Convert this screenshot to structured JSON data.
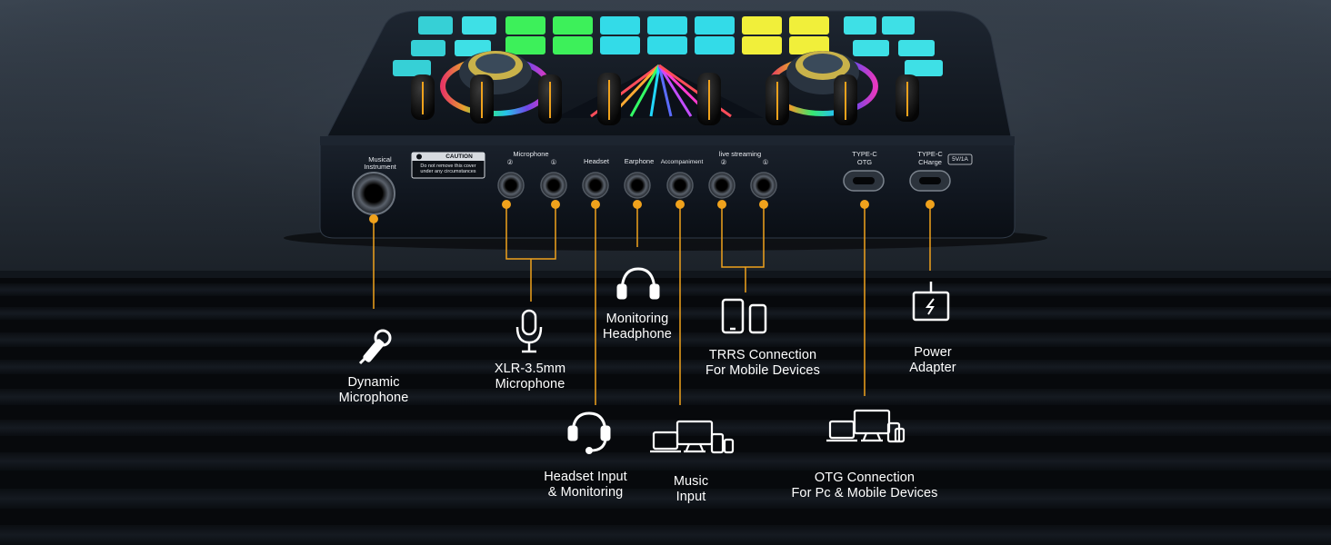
{
  "panel_labels": {
    "musical_instrument": "Musical Instrument",
    "microphone": "Microphone",
    "mic_2": "②",
    "mic_1": "①",
    "headset": "Headset",
    "earphone": "Earphone",
    "accompaniment": "Accompaniment",
    "live_streaming": "live streaming",
    "live_2": "②",
    "live_1": "①",
    "typec_otg_1": "TYPE-C",
    "typec_otg_2": "OTG",
    "typec_charge_1": "TYPE-C",
    "typec_charge_2": "CHarge",
    "power_rating": "5V/1A",
    "caution_title": "CAUTION",
    "caution_text": "Do not remove this cover under any circumstances"
  },
  "callouts": {
    "dynamic_microphone": "Dynamic\nMicrophone",
    "xlr_microphone": "XLR-3.5mm\nMicrophone",
    "monitoring_headphone": "Monitoring\nHeadphone",
    "trrs_connection": "TRRS Connection\nFor Mobile Devices",
    "power_adapter": "Power\nAdapter",
    "headset_input": "Headset Input\n& Monitoring",
    "music_input": "Music\nInput",
    "otg_connection": "OTG Connection\nFor Pc & Mobile Devices"
  },
  "colors": {
    "callout_line": "#f0a21c",
    "device_body": "#121821",
    "text": "#ffffff"
  },
  "icons": [
    "microphone-icon",
    "condenser-mic-icon",
    "headphone-icon",
    "phone-tablet-icon",
    "power-adapter-icon",
    "headset-icon",
    "multi-device-icon"
  ]
}
